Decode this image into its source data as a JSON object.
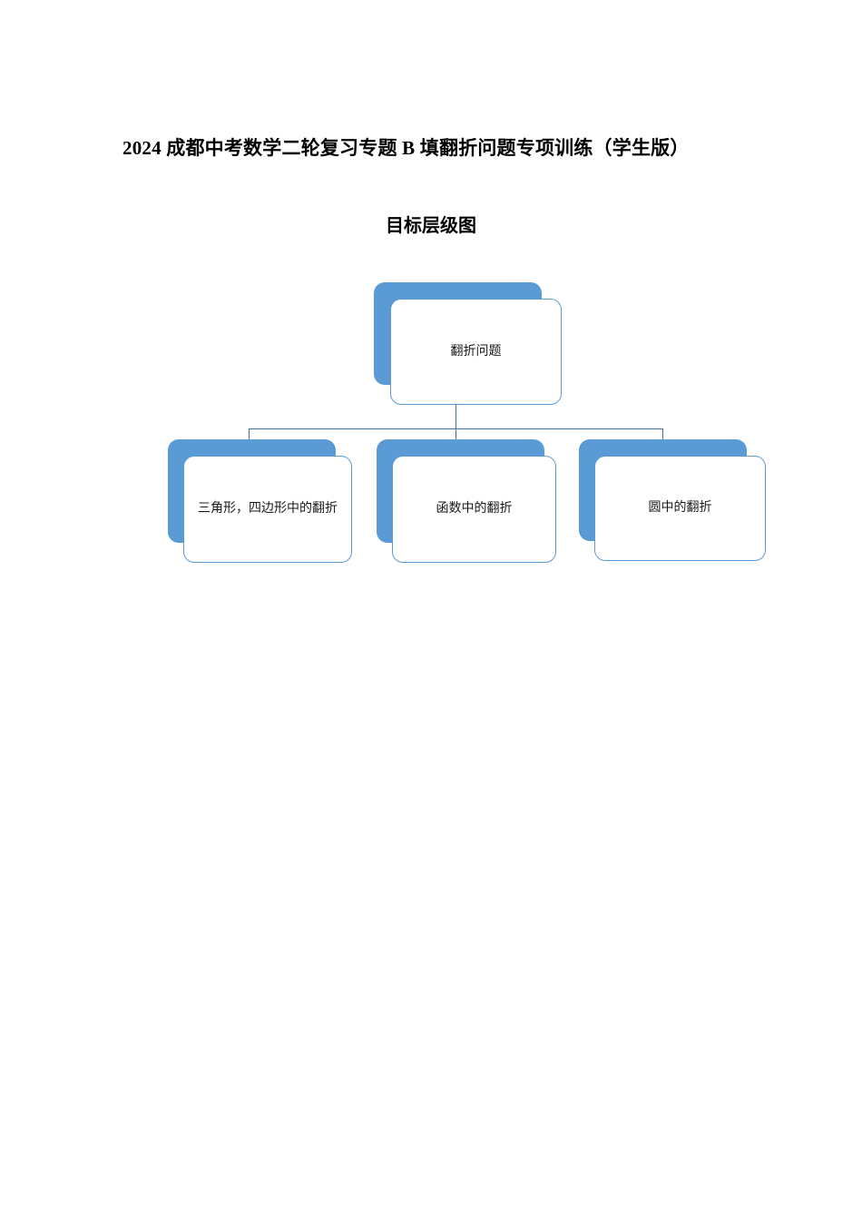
{
  "document": {
    "title": "2024 成都中考数学二轮复习专题 B 填翻折问题专项训练（学生版）",
    "subtitle": "目标层级图"
  },
  "diagram": {
    "type": "hierarchy",
    "accent_color": "#5B9BD5",
    "connector_color": "#41719C",
    "card_background": "#ffffff",
    "root": {
      "label": "翻折问题"
    },
    "children": [
      {
        "label": "三角形，四边形中的翻折"
      },
      {
        "label": "函数中的翻折"
      },
      {
        "label": "圆中的翻折"
      }
    ]
  }
}
